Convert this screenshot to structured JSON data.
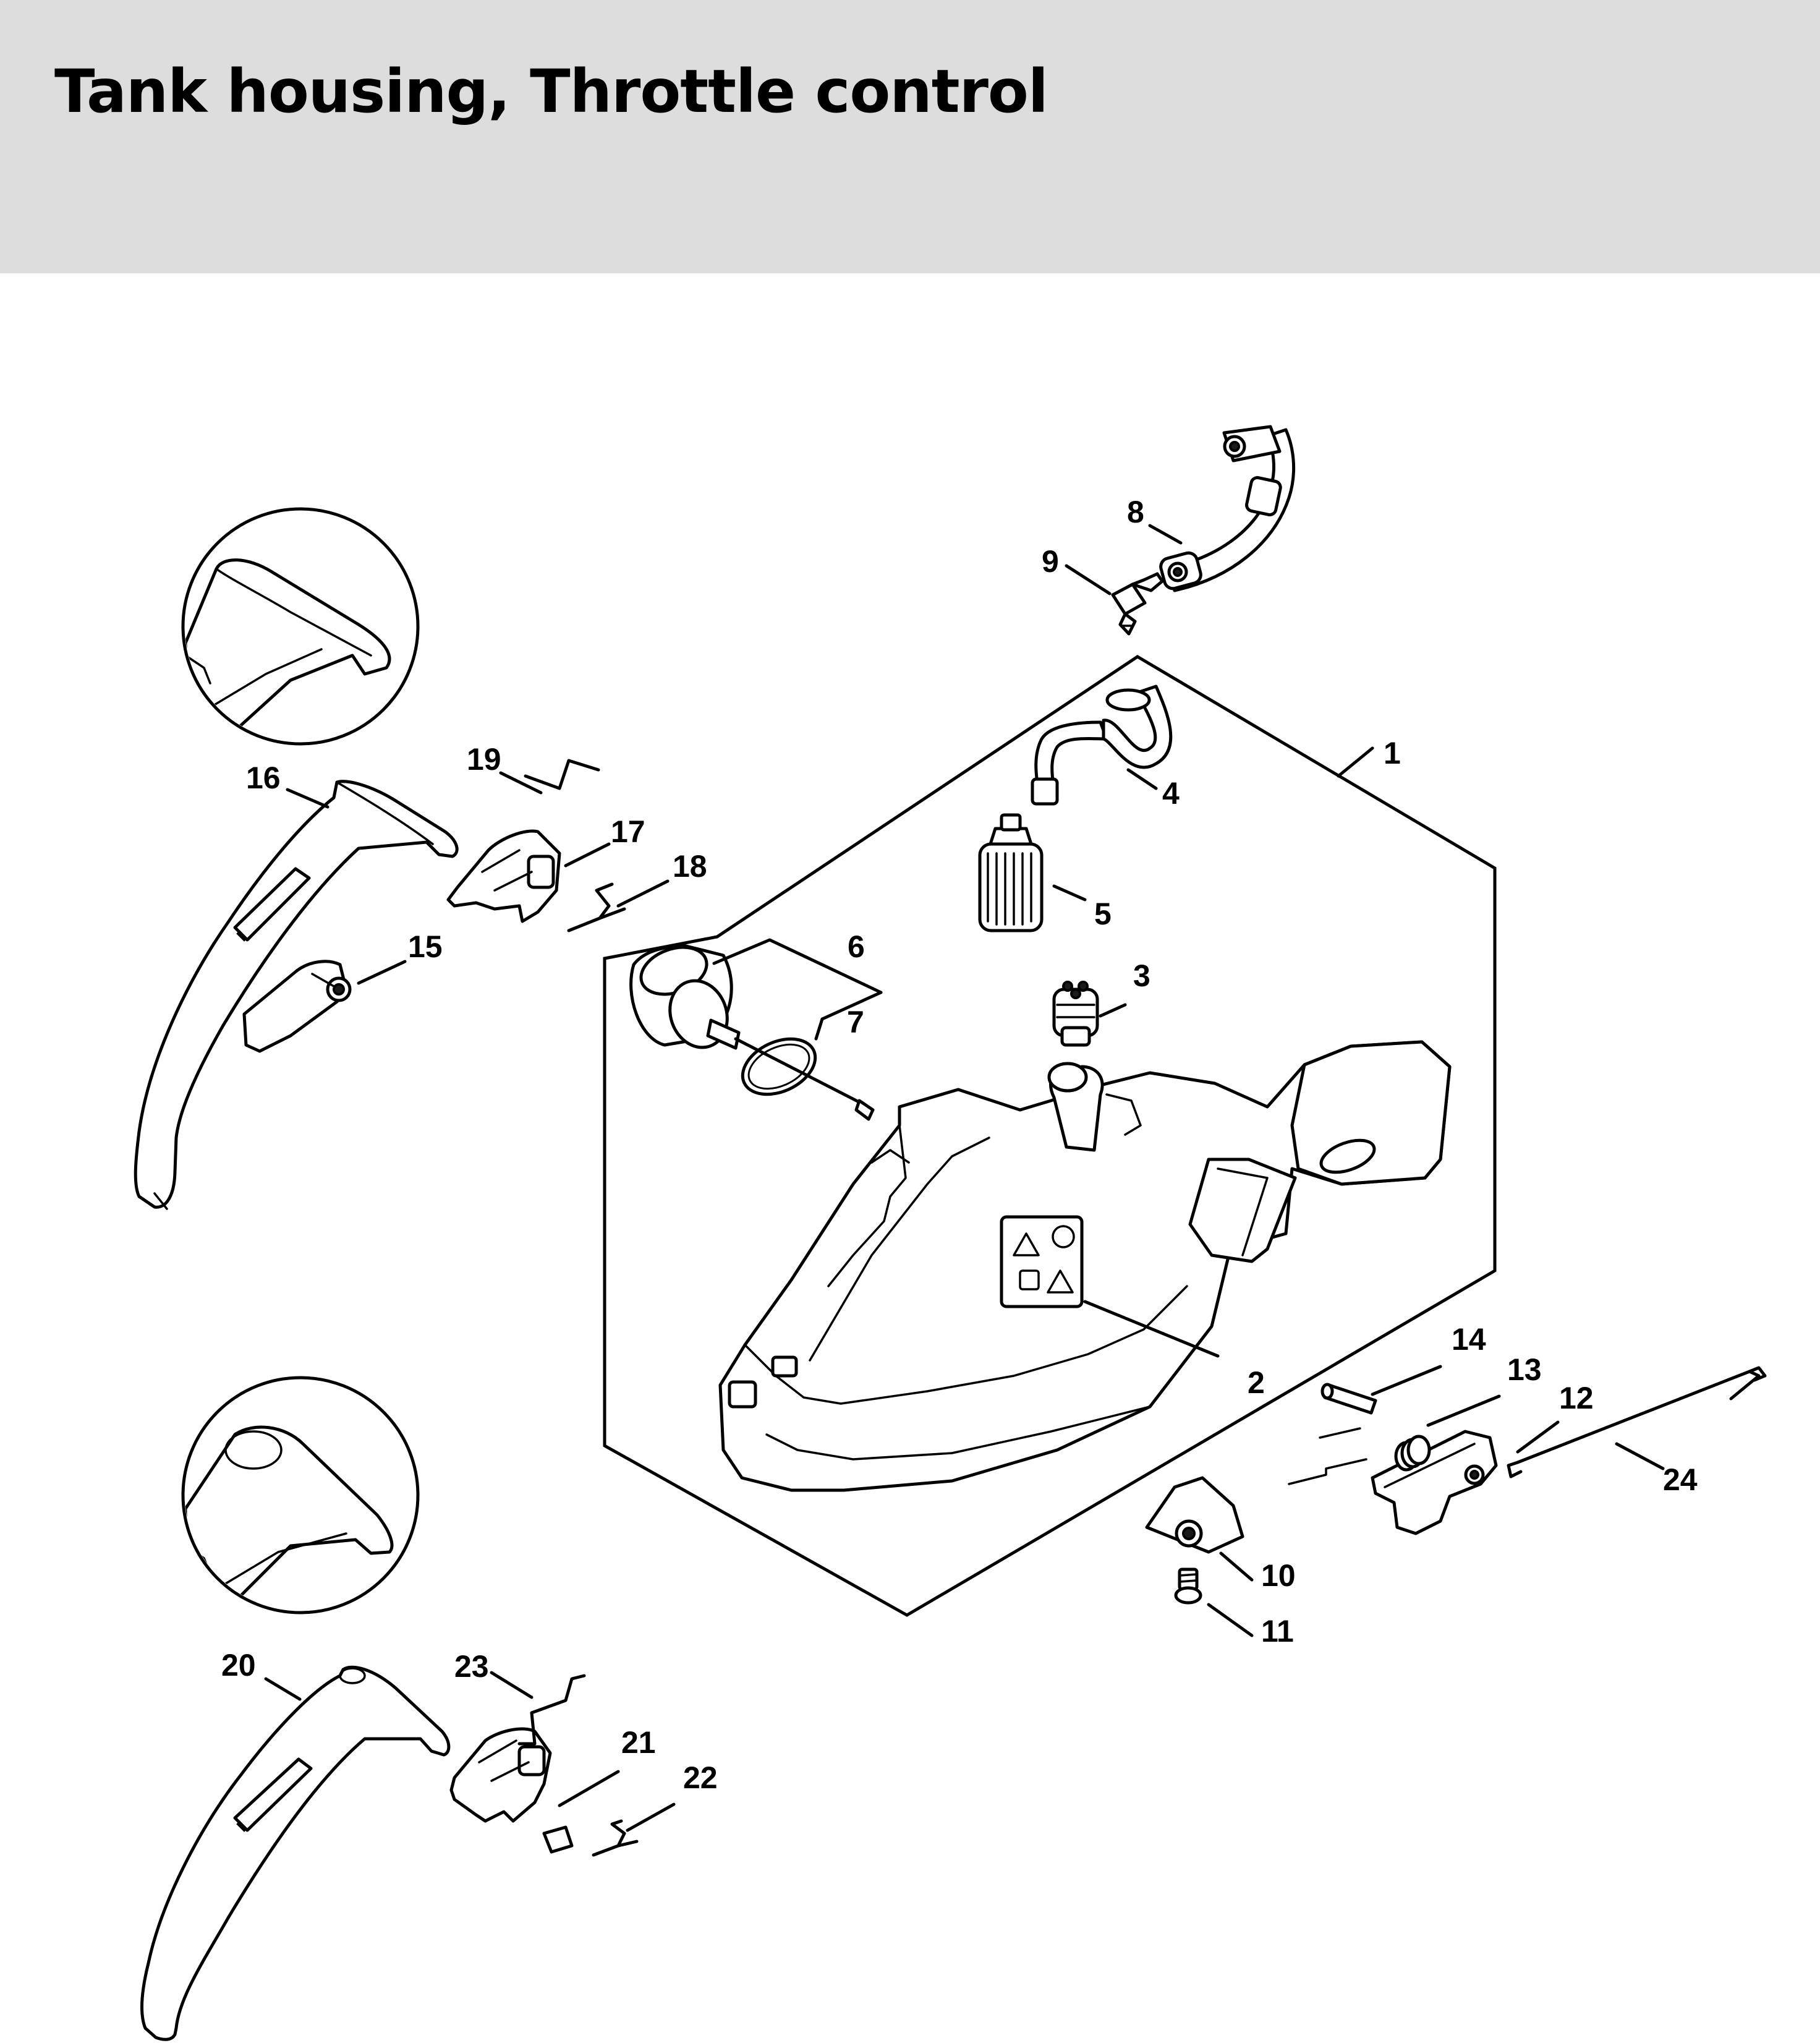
{
  "header": {
    "title": "Tank housing, Throttle control",
    "background_color": "#dcdddc"
  },
  "diagram": {
    "callouts": [
      "1",
      "2",
      "3",
      "4",
      "5",
      "6",
      "7",
      "8",
      "9",
      "10",
      "11",
      "12",
      "13",
      "14",
      "15",
      "16",
      "17",
      "18",
      "19",
      "20",
      "21",
      "22",
      "23",
      "24"
    ]
  }
}
